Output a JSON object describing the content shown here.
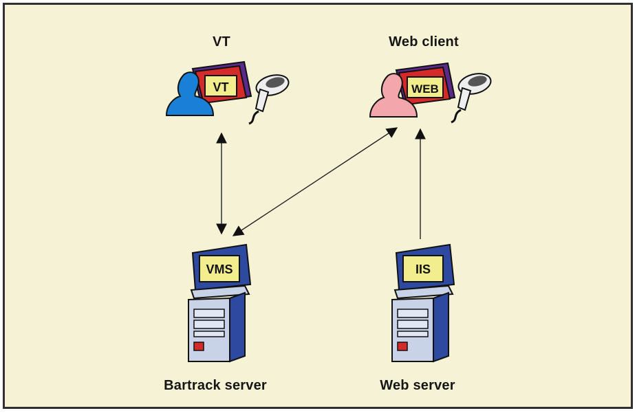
{
  "nodes": {
    "vt": {
      "title": "VT",
      "screen": "VT",
      "icon": "user-terminal-with-scanner-icon",
      "user_color": "#1a7fd6"
    },
    "web_client": {
      "title": "Web client",
      "screen": "WEB",
      "icon": "user-terminal-with-scanner-icon",
      "user_color": "#f4a6ad"
    },
    "bartrack_server": {
      "title": "Bartrack server",
      "screen": "VMS",
      "icon": "server-computer-icon"
    },
    "web_server": {
      "title": "Web server",
      "screen": "IIS",
      "icon": "server-computer-icon"
    }
  },
  "connections": [
    {
      "from": "vt",
      "to": "bartrack_server",
      "direction": "both"
    },
    {
      "from": "web_client",
      "to": "bartrack_server",
      "direction": "both"
    },
    {
      "from": "web_server",
      "to": "web_client",
      "direction": "one-way"
    }
  ],
  "colors": {
    "background": "#f5f2d6",
    "frame": "#303030",
    "screen": "#f2ee8e",
    "monitor_red": "#d42a2a",
    "monitor_purple": "#5a2a8a",
    "server_blue": "#2d4aa0"
  }
}
